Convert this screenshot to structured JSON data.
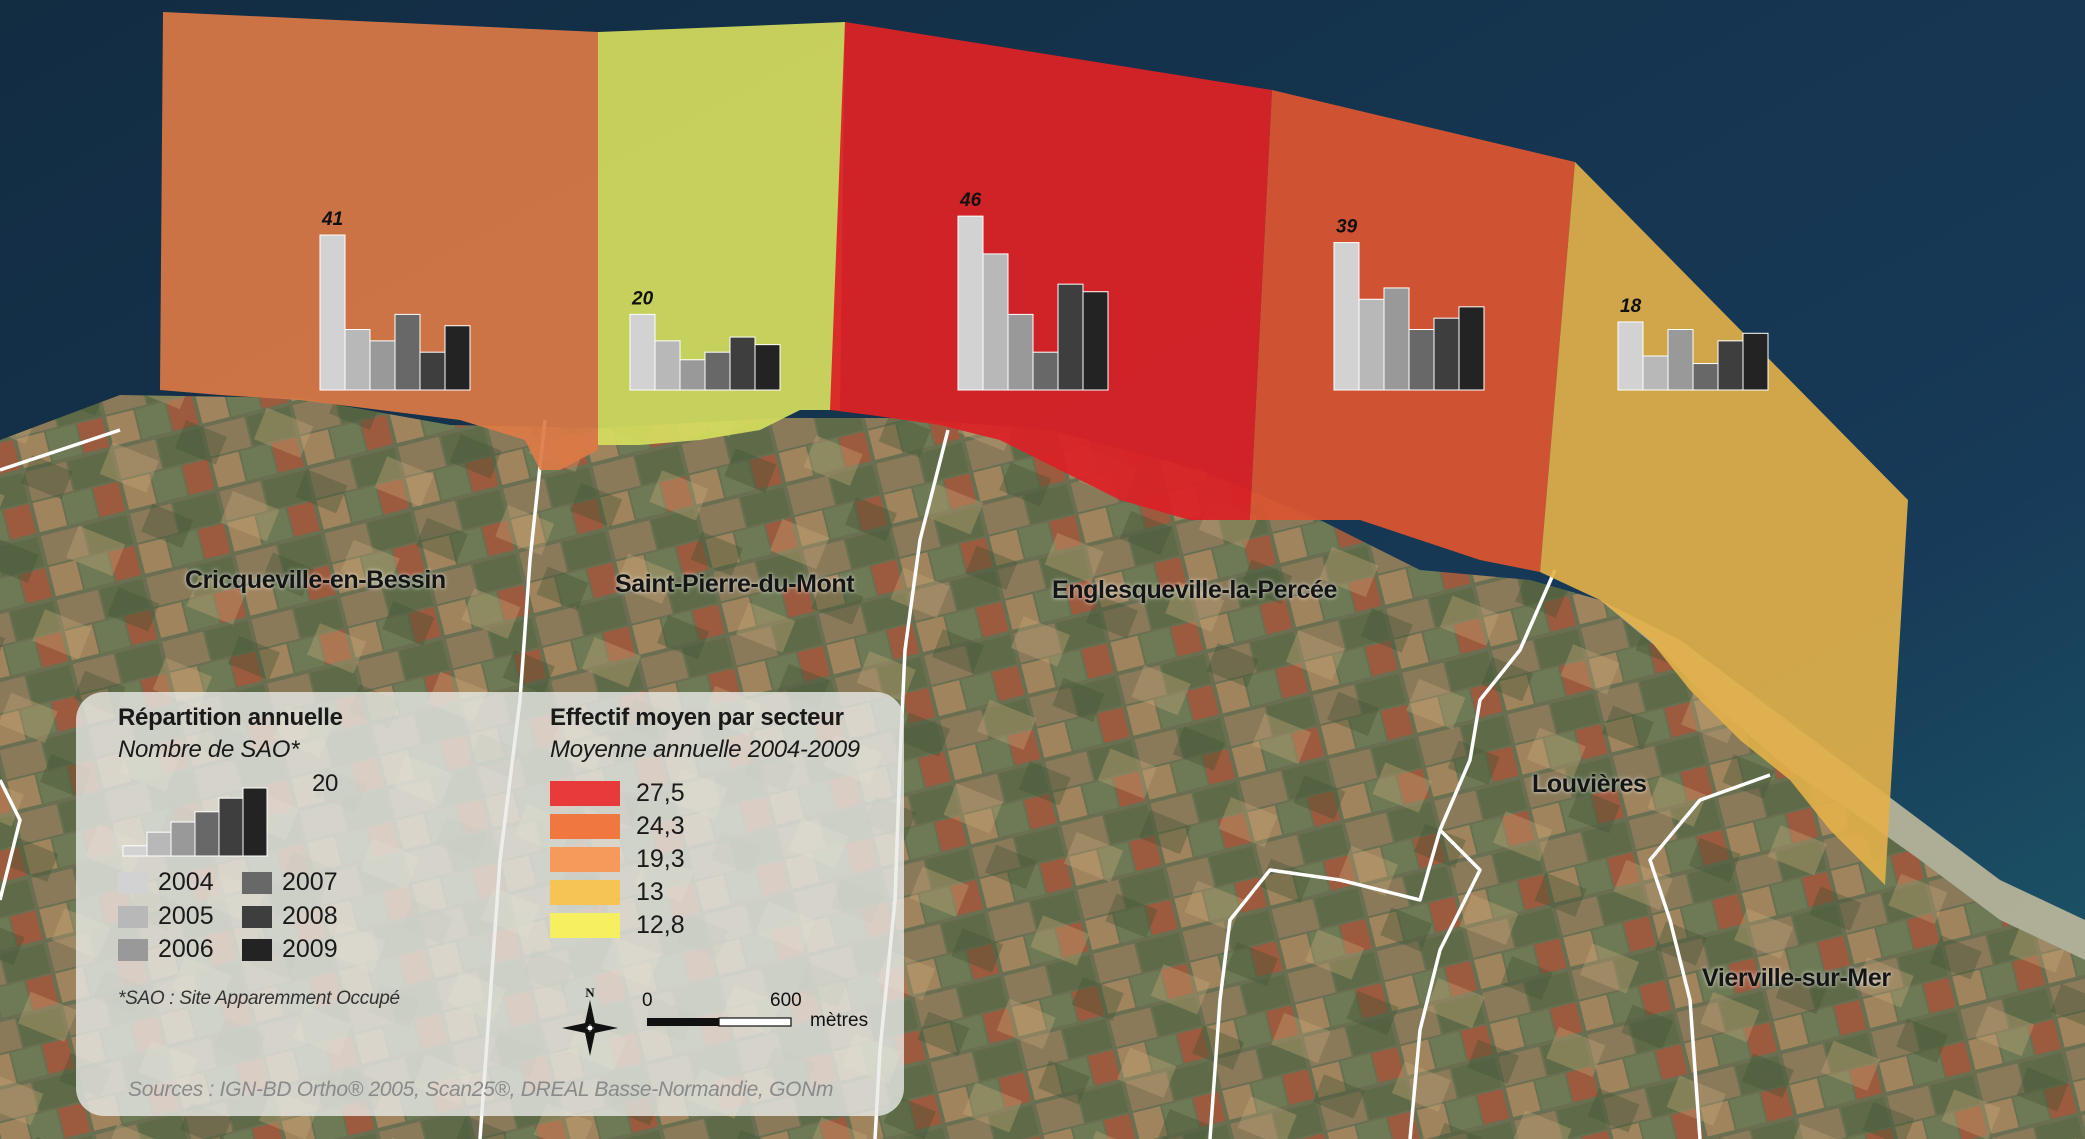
{
  "colors": {
    "sea": "#14304a",
    "land": "#6b7053",
    "commune_border": "#ffffff",
    "class_1": "#e83a3a",
    "class_2": "#f07840",
    "class_3": "#f59a5a",
    "class_4": "#f6c355",
    "class_5": "#f6f060"
  },
  "communes": [
    {
      "id": "cricqueville",
      "name": "Cricqueville-en-Bessin"
    },
    {
      "id": "saint-pierre",
      "name": "Saint-Pierre-du-Mont"
    },
    {
      "id": "englesqueville",
      "name": "Englesqueville-la-Percée"
    },
    {
      "id": "louvieres",
      "name": "Louvières"
    },
    {
      "id": "vierville",
      "name": "Vierville-sur-Mer"
    }
  ],
  "sectors": [
    {
      "id": "sector-1",
      "color": "#dc7a45",
      "max_label": "41"
    },
    {
      "id": "sector-2",
      "color": "#d6dd5e",
      "max_label": "20"
    },
    {
      "id": "sector-3",
      "color": "#db2226",
      "max_label": "46"
    },
    {
      "id": "sector-4",
      "color": "#db5531",
      "max_label": "39"
    },
    {
      "id": "sector-5",
      "color": "#e2b04a",
      "max_label": "18"
    }
  ],
  "chart_data": {
    "type": "bar",
    "description_title": "Répartition annuelle",
    "description_subtitle": "Nombre de SAO*",
    "categories": [
      "2004",
      "2005",
      "2006",
      "2007",
      "2008",
      "2009"
    ],
    "bar_colors": [
      "#d2d2d2",
      "#b8b8b8",
      "#999999",
      "#686868",
      "#3e3e3e",
      "#232323"
    ],
    "series": [
      {
        "sector": "sector-1",
        "values": [
          41,
          16,
          13,
          20,
          10,
          17
        ]
      },
      {
        "sector": "sector-2",
        "values": [
          20,
          13,
          8,
          10,
          14,
          12
        ]
      },
      {
        "sector": "sector-3",
        "values": [
          46,
          36,
          20,
          10,
          28,
          26
        ]
      },
      {
        "sector": "sector-4",
        "values": [
          39,
          24,
          27,
          16,
          19,
          22
        ]
      },
      {
        "sector": "sector-5",
        "values": [
          18,
          9,
          16,
          7,
          13,
          15
        ]
      }
    ],
    "legend_example_values": [
      3,
      7,
      10,
      13,
      17,
      20
    ],
    "legend_example_max_label": "20"
  },
  "legend": {
    "annual": {
      "title": "Répartition annuelle",
      "subtitle": "Nombre de SAO*",
      "max_label": "20",
      "years": [
        "2004",
        "2005",
        "2006",
        "2007",
        "2008",
        "2009"
      ]
    },
    "average": {
      "title": "Effectif moyen par secteur",
      "subtitle": "Moyenne annuelle 2004-2009",
      "classes": [
        {
          "label": "27,5",
          "color": "#e83a3a"
        },
        {
          "label": "24,3",
          "color": "#f07840"
        },
        {
          "label": "19,3",
          "color": "#f59a5a"
        },
        {
          "label": "13",
          "color": "#f6c355"
        },
        {
          "label": "12,8",
          "color": "#f6f060"
        }
      ]
    },
    "note": "*SAO : Site Apparemment Occupé",
    "north_label": "N",
    "scale": {
      "start": "0",
      "end": "600",
      "unit": "mètres"
    },
    "sources": "Sources : IGN-BD Ortho® 2005, Scan25®, DREAL Basse-Normandie, GONm"
  }
}
